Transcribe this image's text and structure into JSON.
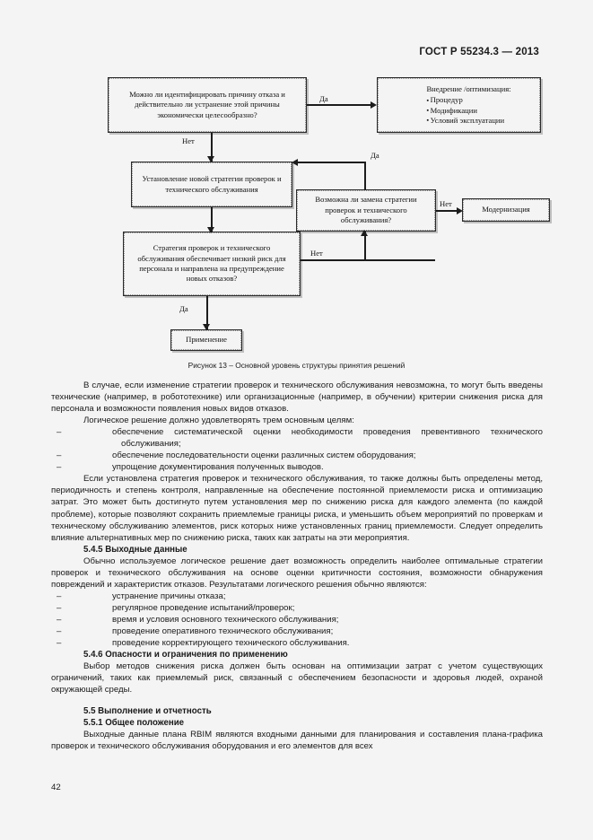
{
  "header": {
    "standard": "ГОСТ Р 55234.3 — 2013"
  },
  "figure": {
    "caption": "Рисунок 13 – Основной уровень структуры принятия решений",
    "nodes": {
      "identify": "Можно ли идентифицировать причину отказа и действительно ли устранение этой причины экономически целесообразно?",
      "implement_title": "Внедрение /оптимизация:",
      "implement_items": [
        "Процедур",
        "Модификации",
        "Условий эксплуатации"
      ],
      "new_strategy": "Установление новой стратегии проверок и технического обслуживания",
      "replace": "Возможна ли замена стратегии проверок и технического обслуживания?",
      "modernization": "Модернизация",
      "low_risk": "Стратегия проверок и технического обслуживания обеспечивает низкий риск для персонала и направлена на предупреждение новых отказов?",
      "apply": "Применение"
    },
    "edges": {
      "yes_top": "Да",
      "no_identify": "Нет",
      "yes_right": "Да",
      "no_replace": "Нет",
      "no_lowrisk": "Нет",
      "yes_apply": "Да"
    }
  },
  "body": {
    "p1": "В случае, если изменение стратегии проверок и технического обслуживания невозможна, то могут быть введены технические (например, в робототехнике) или организационные (например, в обучении) критерии снижения риска для персонала и возможности появления новых видов отказов.",
    "p2": "Логическое решение должно удовлетворять трем основным целям:",
    "d1": "обеспечение систематической оценки необходимости проведения превентивного технического обслуживания;",
    "d2": "обеспечение последовательности оценки различных систем оборудования;",
    "d3": "упрощение документирования полученных выводов.",
    "p3": "Если установлена стратегия проверок и технического обслуживания, то также должны быть определены метод, периодичность и степень контроля, направленные на обеспечение постоянной приемлемости риска и оптимизацию затрат. Это может быть достигнуто путем установления мер по снижению риска для каждого элемента (по каждой проблеме), которые позволяют сохранить приемлемые границы риска, и уменьшить объем мероприятий по проверкам и техническому обслуживанию элементов, риск которых ниже установленных границ приемлемости. Следует определить влияние альтернативных мер по снижению риска, таких как затраты на эти мероприятия.",
    "h1": "5.4.5 Выходные данные",
    "p4": "Обычно используемое логическое решение дает возможность определить наиболее оптимальные стратегии проверок и технического обслуживания на основе оценки критичности состояния, возможности обнаружения повреждений и характеристик отказов. Результатами логического решения обычно являются:",
    "d4": "устранение причины отказа;",
    "d5": "регулярное проведение испытаний/проверок;",
    "d6": "время и условия основного технического обслуживания;",
    "d7": "проведение оперативного технического обслуживания;",
    "d8": "проведение корректирующего технического обслуживания.",
    "h2": "5.4.6 Опасности и ограничения по применению",
    "p5": "Выбор методов снижения риска должен быть основан на оптимизации затрат с учетом существующих ограничений, таких как приемлемый риск, связанный с обеспечением безопасности и здоровья людей, охраной окружающей среды.",
    "h3": "5.5 Выполнение и отчетность",
    "h4": "5.5.1 Общее положение",
    "p6": "Выходные данные плана RBIM являются входными данными для планирования и составления плана-графика проверок и технического обслуживания оборудования и его элементов для всех"
  },
  "page_number": "42",
  "dash": "–"
}
